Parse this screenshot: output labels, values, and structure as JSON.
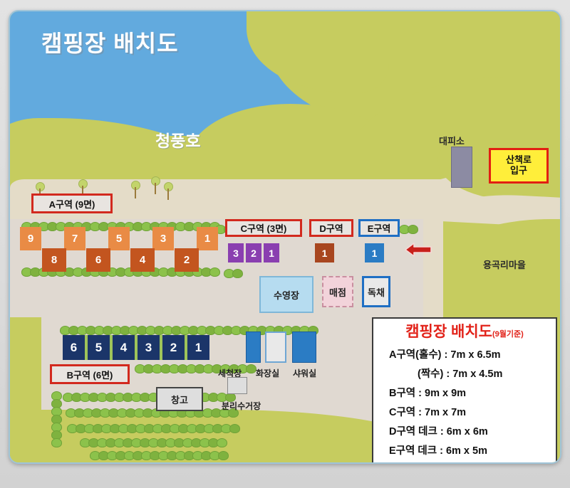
{
  "board": {
    "title": "캠핑장 배치도",
    "lake_name": "청풍호",
    "village_name": "용곡리마을",
    "shelter_label": "대피소",
    "trail_entrance": {
      "line1": "산책로",
      "line2": "입구"
    }
  },
  "zones": {
    "a": {
      "label": "A구역 (9면)",
      "odd_sites": [
        "9",
        "7",
        "5",
        "3",
        "1"
      ],
      "even_sites": [
        "8",
        "6",
        "4",
        "2"
      ]
    },
    "b": {
      "label": "B구역 (6면)",
      "sites": [
        "6",
        "5",
        "4",
        "3",
        "2",
        "1"
      ]
    },
    "c": {
      "label": "C구역 (3면)",
      "sites": [
        "3",
        "2",
        "1"
      ]
    },
    "d": {
      "label": "D구역",
      "sites": [
        "1"
      ]
    },
    "e": {
      "label": "E구역",
      "sites": [
        "1"
      ]
    }
  },
  "facilities": {
    "pool": "수영장",
    "store": "매점",
    "cabin": "독채",
    "wash": "세척장",
    "toilet": "화장실",
    "shower": "샤워실",
    "storage": "창고",
    "recycle": "분리수거장"
  },
  "legend": {
    "title": "캠핑장 배치도",
    "title_sub": "(9월기준)",
    "rows": [
      {
        "text": "A구역(홀수) : 7m x 6.5m",
        "indent": false
      },
      {
        "text": "(짝수) : 7m x 4.5m",
        "indent": true
      },
      {
        "text": "B구역 : 9m x 9m",
        "indent": false
      },
      {
        "text": "C구역 : 7m x 7m",
        "indent": false
      },
      {
        "text": "D구역 데크 : 6m x 6m",
        "indent": false
      },
      {
        "text": "E구역 데크 : 6m x 5m",
        "indent": false
      }
    ]
  },
  "colors": {
    "lake": "#62aade",
    "land": "#c6cc5f",
    "gravel": "#e0d9d1",
    "road": "#e4dcc8",
    "zone_a_odd": "#e98b45",
    "zone_a_even": "#c3551f",
    "zone_b": "#1b3569",
    "zone_c": "#8a3fb0",
    "zone_d": "#a8461f",
    "zone_e": "#2b7cc4",
    "accent_red": "#d2291e",
    "accent_blue": "#1f6fc4",
    "highlight_yellow": "#ffee3a",
    "legend_title_red": "#e2231a"
  }
}
